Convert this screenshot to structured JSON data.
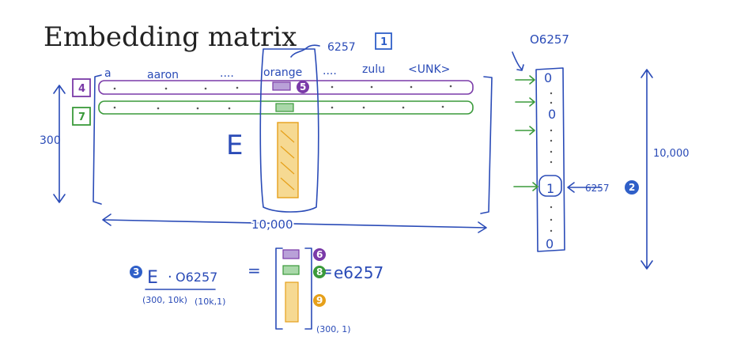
{
  "title": "Embedding matrix",
  "matrix": {
    "label": "E",
    "rows_label": "300",
    "cols_label": "10,000",
    "column_index_label": "6257",
    "vocab_words": [
      "a",
      "aaron",
      "....",
      "orange",
      "....",
      "zulu",
      "<UNK>"
    ]
  },
  "one_hot": {
    "label": "O6257",
    "height_label": "10,000",
    "entries": [
      "0",
      "0",
      "1",
      "0"
    ],
    "position_label": "6257"
  },
  "equation": {
    "lhs_matrix": "E",
    "lhs_dot": "·",
    "lhs_vector": "O6257",
    "equals1": "=",
    "equals2": "=",
    "result": "e6257",
    "dim_e": "(300, 10k)",
    "dim_o": "(10k,1)",
    "dim_result": "(300, 1)"
  },
  "markers": [
    "1",
    "2",
    "3",
    "4",
    "5",
    "6",
    "7",
    "8",
    "9"
  ],
  "colors": {
    "ink": "#2a4bb7",
    "purple": "#7a3aa8",
    "green": "#3a9a3a",
    "orange": "#e6a01a",
    "blue_badge": "#2f5fc8"
  }
}
